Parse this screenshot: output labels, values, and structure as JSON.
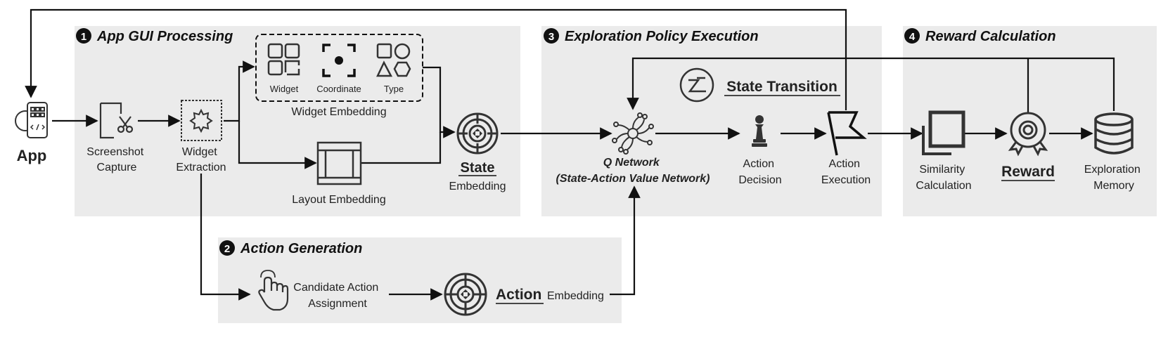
{
  "app": {
    "label": "App"
  },
  "sections": [
    {
      "number": "1",
      "title": "App GUI Processing"
    },
    {
      "number": "2",
      "title": "Action Generation"
    },
    {
      "number": "3",
      "title": "Exploration Policy Execution"
    },
    {
      "number": "4",
      "title": "Reward Calculation"
    }
  ],
  "gui": {
    "screenshot": [
      "Screenshot",
      "Capture"
    ],
    "extraction": [
      "Widget",
      "Extraction"
    ],
    "widget": "Widget",
    "coordinate": "Coordinate",
    "type": "Type",
    "widget_embedding": "Widget Embedding",
    "layout_embedding": "Layout Embedding",
    "state_bold": "State",
    "state_rest": "Embedding"
  },
  "action_gen": {
    "candidate": [
      "Candidate Action",
      "Assignment"
    ],
    "action_bold": "Action",
    "action_rest": "Embedding"
  },
  "policy": {
    "state_transition": "State Transition",
    "qnet": [
      "Q Network",
      "(State-Action Value Network)"
    ],
    "decision": [
      "Action",
      "Decision"
    ],
    "execution": [
      "Action",
      "Execution"
    ]
  },
  "reward": {
    "similarity": [
      "Similarity",
      "Calculation"
    ],
    "reward": "Reward",
    "memory": [
      "Exploration",
      "Memory"
    ]
  },
  "colors": {
    "panel": "#ebebeb",
    "stroke": "#111111",
    "icon": "#333333"
  }
}
